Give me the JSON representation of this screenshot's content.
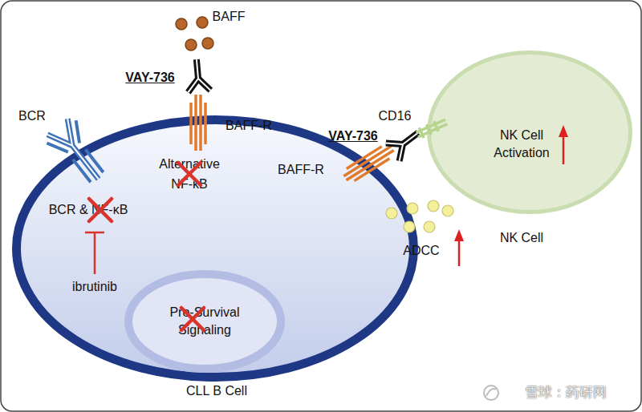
{
  "diagram": {
    "nodes": [
      {
        "text": [
          "CLL B Cell"
        ]
      },
      {
        "text": [
          "Pro-Survival Signaling"
        ],
        "in": 0
      },
      {
        "text": [
          "NK Cell Activation",
          "NK Cell"
        ]
      }
    ],
    "labels": [
      "BAFF",
      "VAY-736",
      "BAFF-R",
      "BCR",
      "Alternative NF-κB",
      "BCR & NF-κB",
      "ibrutinib",
      "BAFF-R",
      "VAY-736",
      "CD16",
      "ADCC",
      "雪球：药研网"
    ]
  }
}
